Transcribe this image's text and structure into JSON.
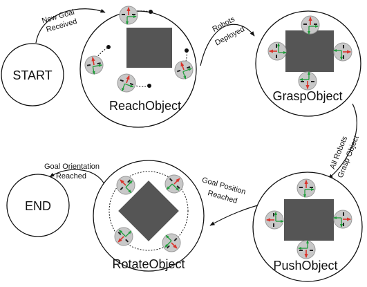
{
  "states": {
    "start": "START",
    "reach": "ReachObject",
    "grasp": "GraspObject",
    "push": "PushObject",
    "rotate": "RotateObject",
    "end": "END"
  },
  "edges": {
    "new_goal": [
      "New Goal",
      "Received"
    ],
    "robots_deployed": [
      "Robots",
      "Deployed"
    ],
    "all_robots_grasp": [
      "All Robots",
      "Grasp Object"
    ],
    "goal_position": [
      "Goal Position",
      "Reached"
    ],
    "goal_orientation": [
      "Goal Orientation",
      "Reached"
    ]
  },
  "colors": {
    "object": "#555555",
    "robot_body": "#c8c8c8",
    "robot_outline": "#999999",
    "arrow_red": "#d9342b",
    "arrow_green": "#1f9c3a",
    "line": "#111111"
  }
}
